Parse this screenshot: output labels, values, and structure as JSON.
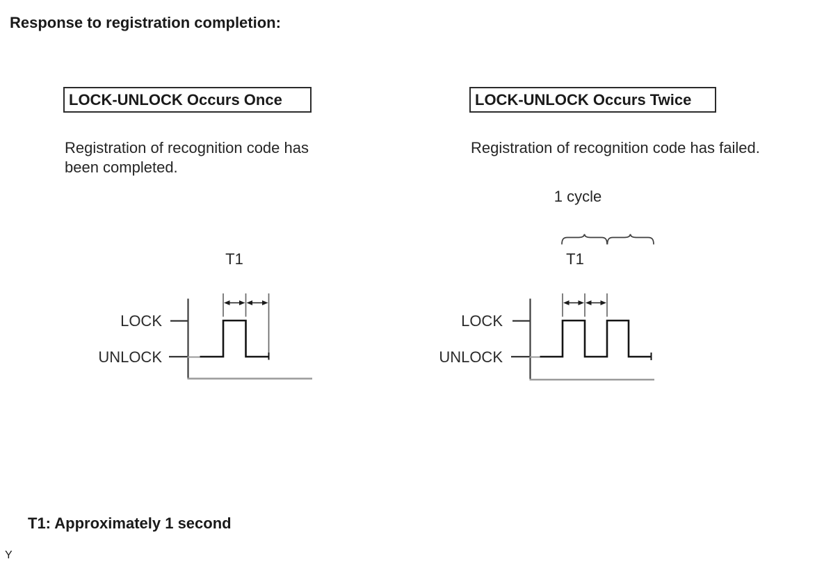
{
  "title": "Response to registration completion:",
  "footnote": "T1: Approximately 1 second",
  "page_marker": "Y",
  "colors": {
    "ink": "#1a1a1a",
    "waveform_dark": "#141414",
    "axis_dark": "#3d3d3d",
    "baseline_gray": "#9a9a9a",
    "tick_gray": "#696969"
  },
  "diagram": {
    "type": "timing-waveform",
    "t1_definition": "Approximately 1 second",
    "panels": [
      {
        "box_title": "LOCK-UNLOCK Occurs Once",
        "description": "Registration of recognition code has been completed.",
        "lock_label": "LOCK",
        "unlock_label": "UNLOCK",
        "t1_label": "T1",
        "lock_unlock_pulses": 1
      },
      {
        "box_title": "LOCK-UNLOCK Occurs Twice",
        "description": "Registration of recognition code has failed.",
        "cycle_label": "1 cycle",
        "lock_label": "LOCK",
        "unlock_label": "UNLOCK",
        "t1_label": "T1",
        "lock_unlock_pulses": 2
      }
    ]
  }
}
